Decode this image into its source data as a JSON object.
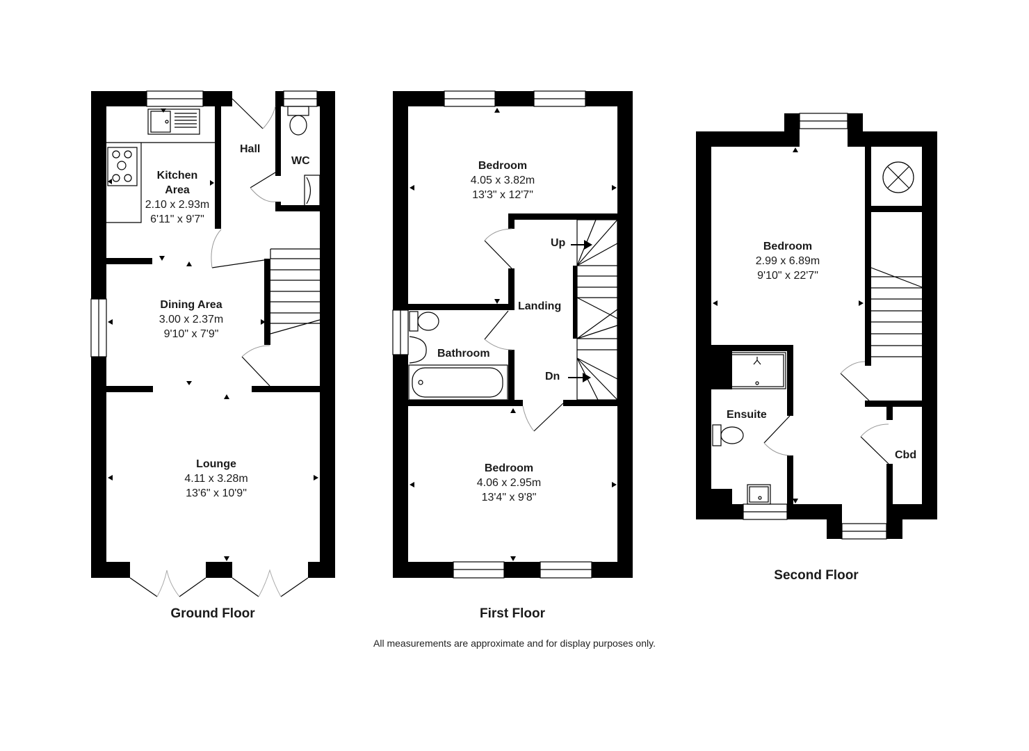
{
  "floors": [
    {
      "title": "Ground Floor",
      "rooms": [
        {
          "name": "Kitchen Area",
          "name_line1": "Kitchen",
          "name_line2": "Area",
          "metric": "2.10 x 2.93m",
          "imperial": "6'11\" x 9'7\""
        },
        {
          "name": "Hall"
        },
        {
          "name": "WC"
        },
        {
          "name": "Dining Area",
          "metric": "3.00 x 2.37m",
          "imperial": "9'10\" x 7'9\""
        },
        {
          "name": "Lounge",
          "metric": "4.11 x 3.28m",
          "imperial": "13'6\" x 10'9\""
        }
      ]
    },
    {
      "title": "First Floor",
      "rooms": [
        {
          "name": "Bedroom",
          "metric": "4.05 x 3.82m",
          "imperial": "13'3\" x 12'7\""
        },
        {
          "name": "Landing"
        },
        {
          "name": "Bathroom"
        },
        {
          "name": "Bedroom",
          "metric": "4.06 x 2.95m",
          "imperial": "13'4\" x 9'8\""
        }
      ],
      "stairs": {
        "up_label": "Up",
        "down_label": "Dn"
      }
    },
    {
      "title": "Second Floor",
      "rooms": [
        {
          "name": "Bedroom",
          "metric": "2.99 x 6.89m",
          "imperial": "9'10\" x 22'7\""
        },
        {
          "name": "Ensuite"
        },
        {
          "name": "Cbd"
        }
      ]
    }
  ],
  "footnote": "All measurements are approximate and for display purposes only.",
  "colors": {
    "wall": "#000000",
    "background": "#ffffff",
    "door_arc": "#9a9a9a",
    "text": "#1a1a1a"
  }
}
